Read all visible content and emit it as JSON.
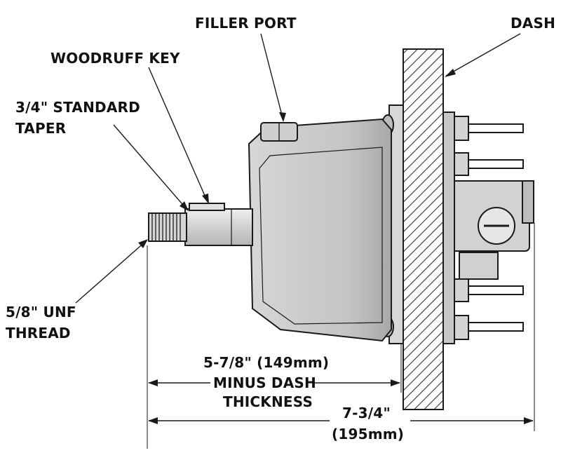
{
  "labels": {
    "filler_port": "FILLER PORT",
    "dash": "DASH",
    "woodruff_key": "WOODRUFF KEY",
    "taper_line1": "3/4\" STANDARD",
    "taper_line2": "TAPER",
    "thread_line1": "5/8\" UNF",
    "thread_line2": "THREAD",
    "dim1_line1": "5-7/8\" (149mm)",
    "dim1_line2": "MINUS DASH",
    "dim1_line3": "THICKNESS",
    "dim2_line1": "7-3/4\"",
    "dim2_line2": "(195mm)"
  },
  "colors": {
    "body_fill": "#c9c9c9",
    "body_light": "#e4e4e4",
    "body_dark": "#9a9a9a",
    "ink": "#1a1a1a",
    "dash_hatch": "#333333"
  }
}
